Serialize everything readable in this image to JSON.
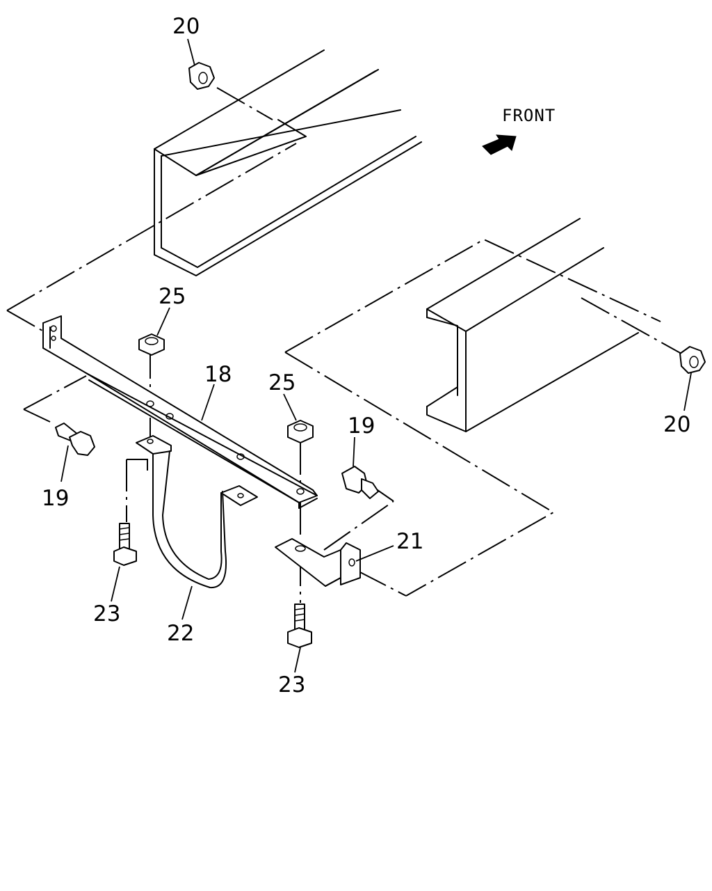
{
  "diagram": {
    "orientation_label": "FRONT",
    "arrow_icon": "front-arrow-icon",
    "callouts": [
      "20",
      "20",
      "25",
      "25",
      "18",
      "19",
      "19",
      "21",
      "22",
      "23",
      "23"
    ]
  }
}
